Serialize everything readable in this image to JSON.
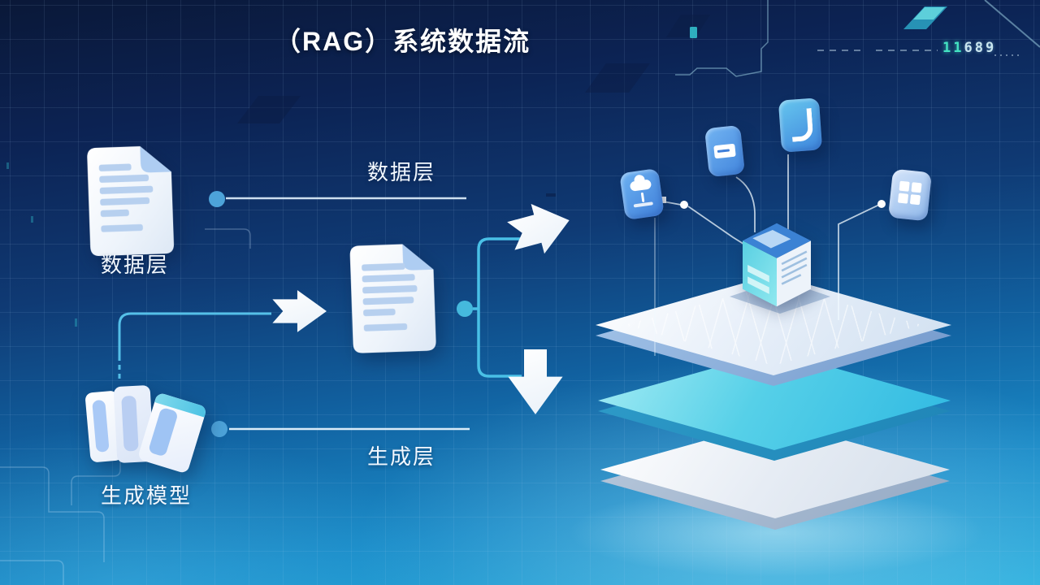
{
  "title": "（RAG）系统数据流",
  "hud": {
    "counter_prefix": "11",
    "counter_digits": "689"
  },
  "left_nodes": {
    "data_doc_label": "数据层",
    "gen_model_label": "生成模型"
  },
  "flows": {
    "top_label": "数据层",
    "bottom_label": "生成层"
  },
  "icons": {
    "app_icons": [
      "cloud-doc-icon",
      "card-icon",
      "page-fold-icon",
      "app-grid-icon"
    ],
    "left_icons": [
      "document-icon",
      "document-icon",
      "books-stack-icon"
    ]
  },
  "colors": {
    "accent_cyan": "#4fc3e8",
    "dot_blue": "#4da3d9",
    "arrow_white": "#f6fafd",
    "counter_teal": "#43e2c2",
    "bg_top": "#0a1838",
    "bg_bottom": "#27aede"
  }
}
